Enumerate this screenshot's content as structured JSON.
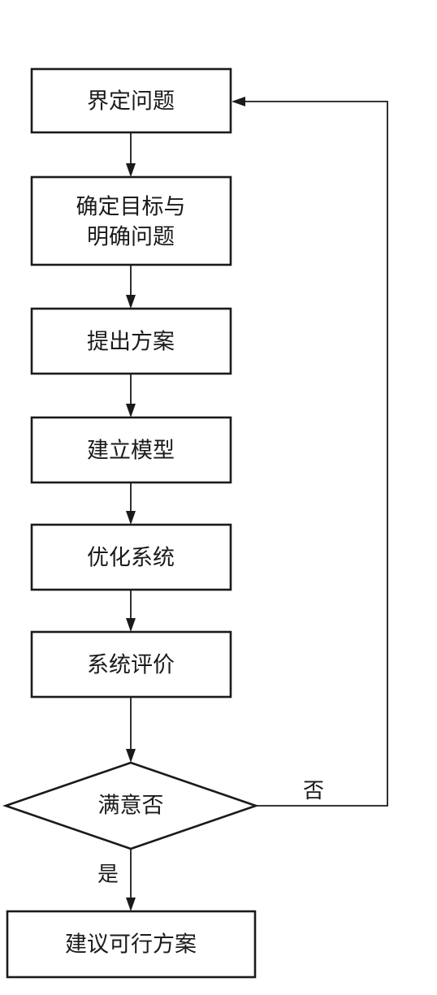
{
  "flowchart": {
    "steps": {
      "define_problem": "界定问题",
      "set_goals_line1": "确定目标与",
      "set_goals_line2": "明确问题",
      "propose_solutions": "提出方案",
      "build_model": "建立模型",
      "optimize_system": "优化系统",
      "evaluate_system": "系统评价",
      "satisfied_decision": "满意否",
      "recommend_solution": "建议可行方案"
    },
    "edges": {
      "yes_label": "是",
      "no_label": "否"
    }
  }
}
